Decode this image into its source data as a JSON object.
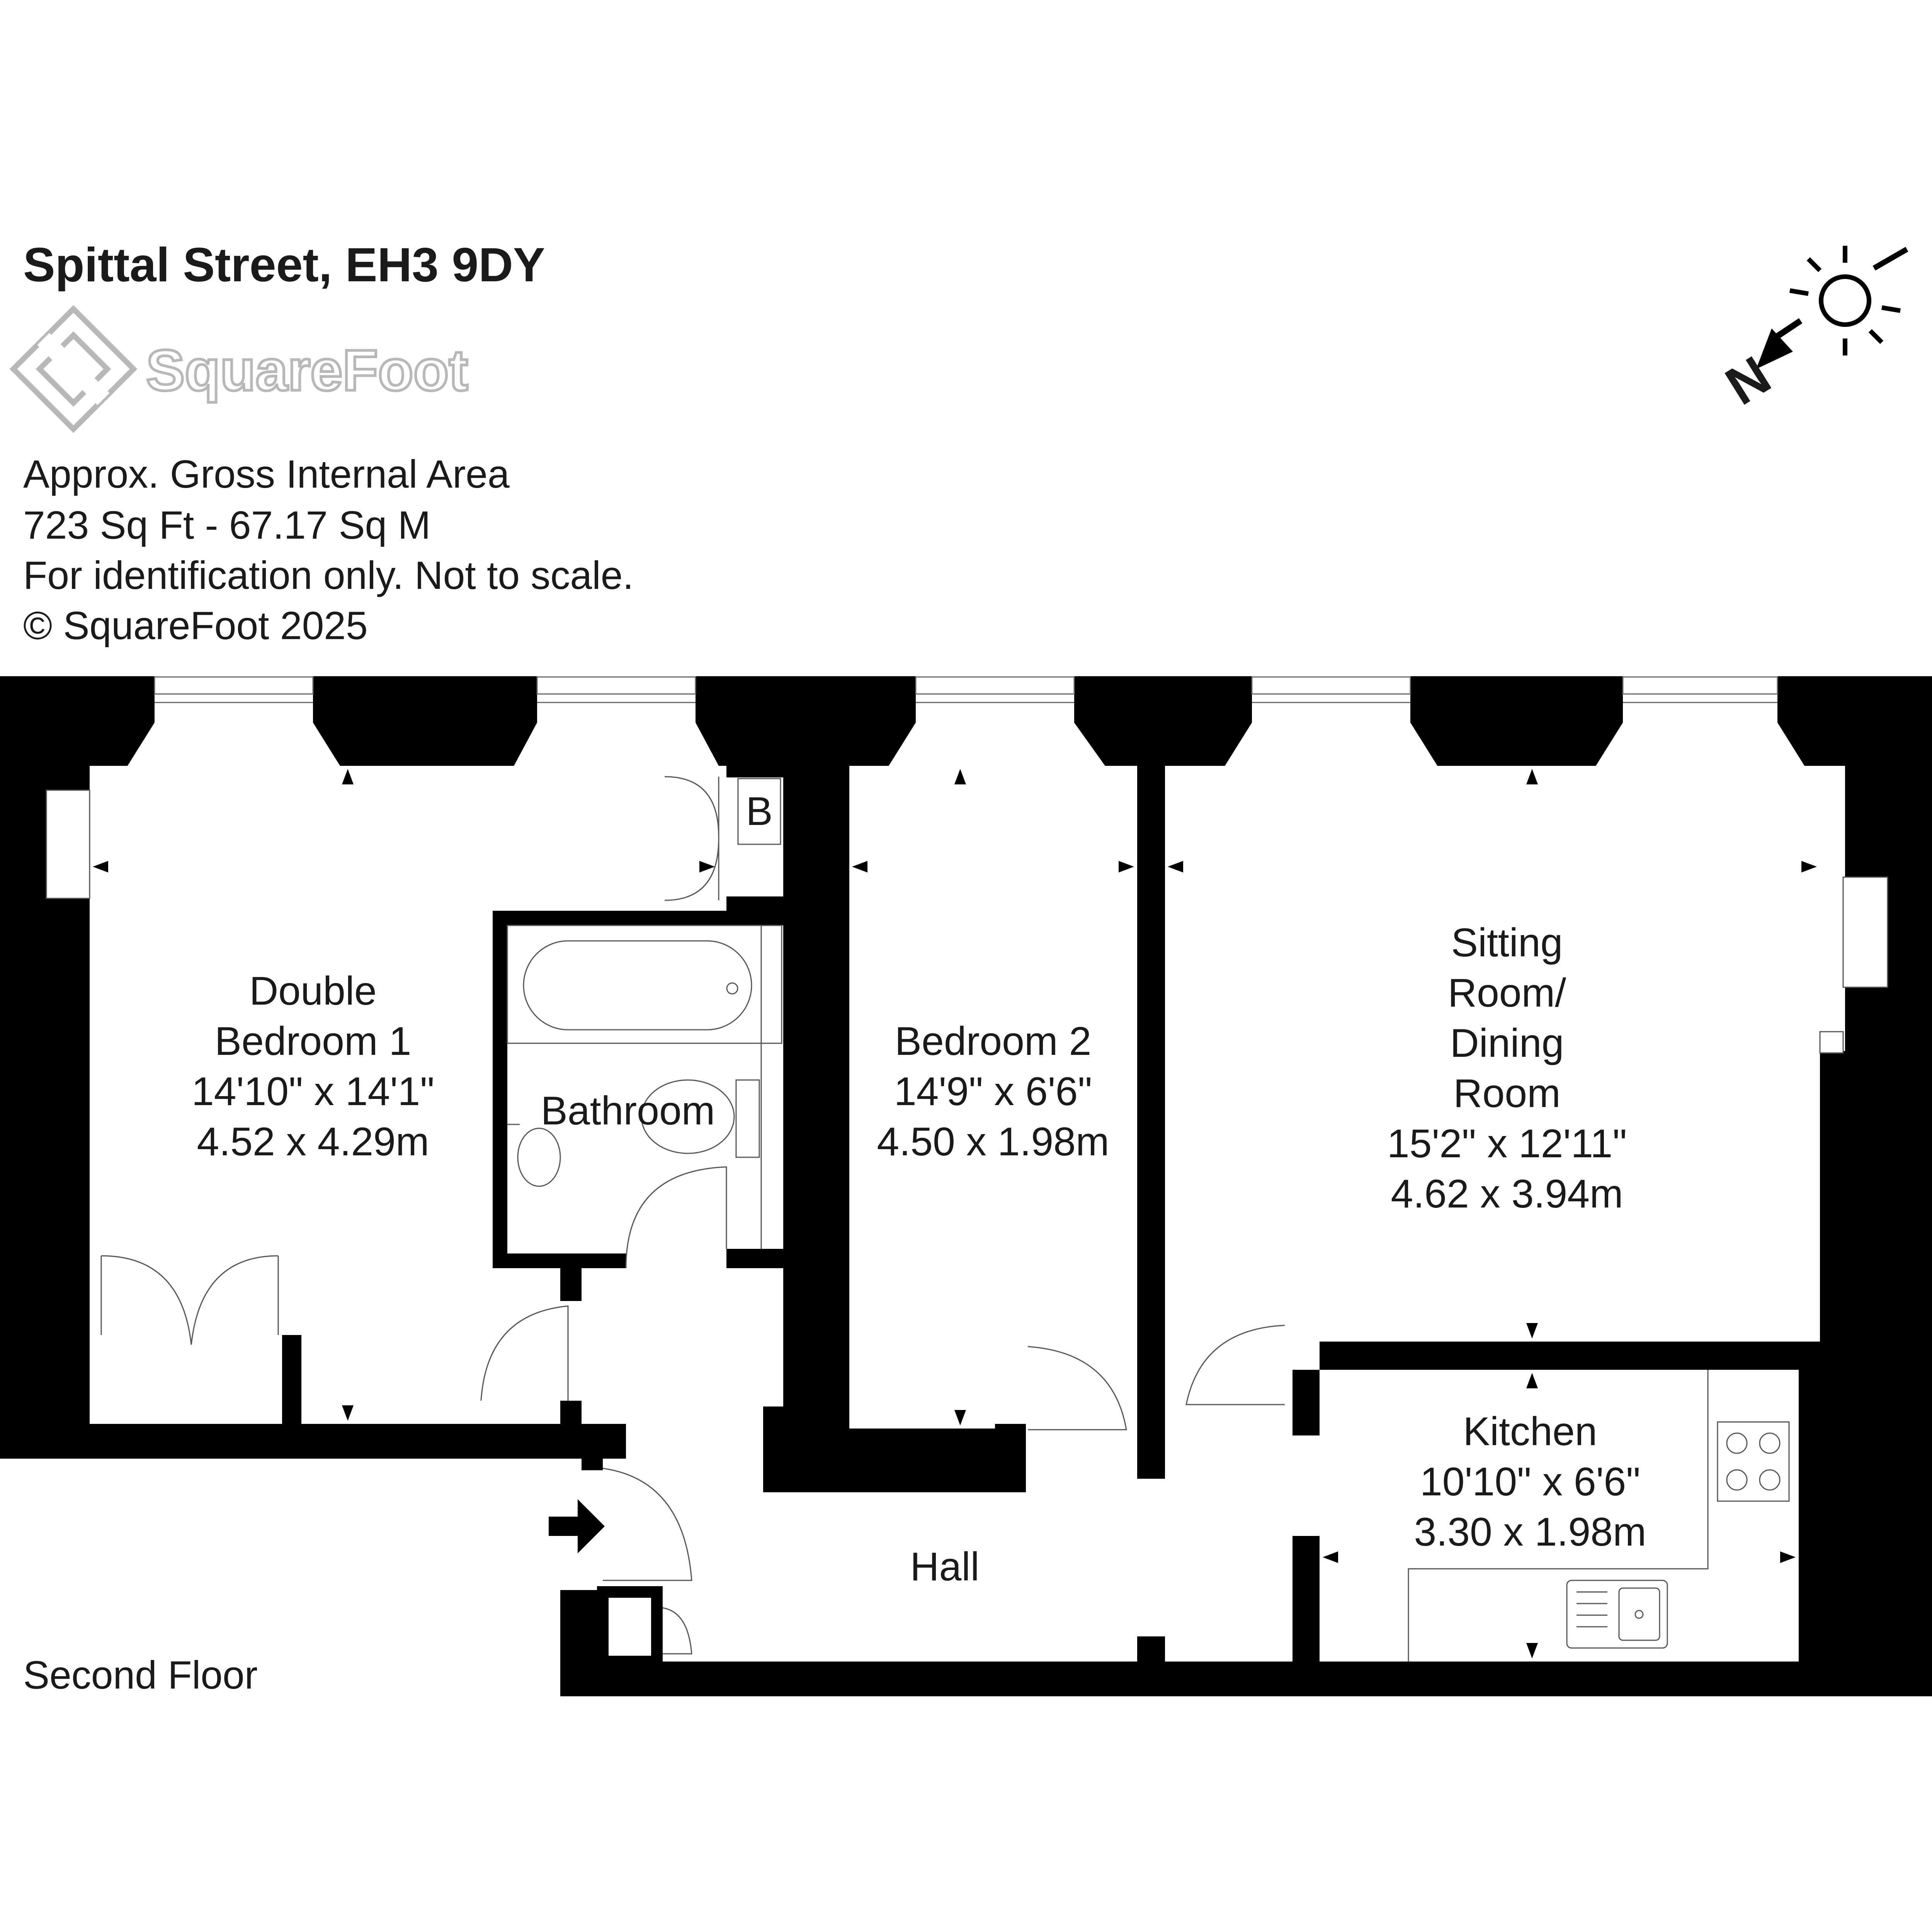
{
  "header": {
    "title": "Spittal Street, EH3 9DY",
    "logo_text": "SquareFoot"
  },
  "info": {
    "line1": "Approx. Gross Internal Area",
    "line2": "723 Sq Ft  -  67.17 Sq M",
    "line3": "For identification only. Not to scale.",
    "line4": "© SquareFoot 2025"
  },
  "compass": {
    "label": "N",
    "icon": "sun-icon"
  },
  "floor_label": "Second Floor",
  "rooms": {
    "bedroom1": {
      "line1": "Double",
      "line2": "Bedroom 1",
      "line3": "14'10\" x 14'1\"",
      "line4": "4.52 x 4.29m"
    },
    "bathroom": {
      "line1": "Bathroom"
    },
    "boiler": {
      "line1": "B"
    },
    "bedroom2": {
      "line1": "Bedroom 2",
      "line2": "14'9\" x 6'6\"",
      "line3": "4.50 x 1.98m"
    },
    "sitting": {
      "line1": "Sitting",
      "line2": "Room/",
      "line3": "Dining",
      "line4": "Room",
      "line5": "15'2\" x 12'11\"",
      "line6": "4.62 x 3.94m"
    },
    "kitchen": {
      "line1": "Kitchen",
      "line2": "10'10\" x 6'6\"",
      "line3": "3.30 x 1.98m"
    },
    "hall": {
      "line1": "Hall"
    }
  },
  "colors": {
    "wall": "#000000",
    "logo_outline": "#b8b8b8",
    "fixture_line": "#555555"
  }
}
